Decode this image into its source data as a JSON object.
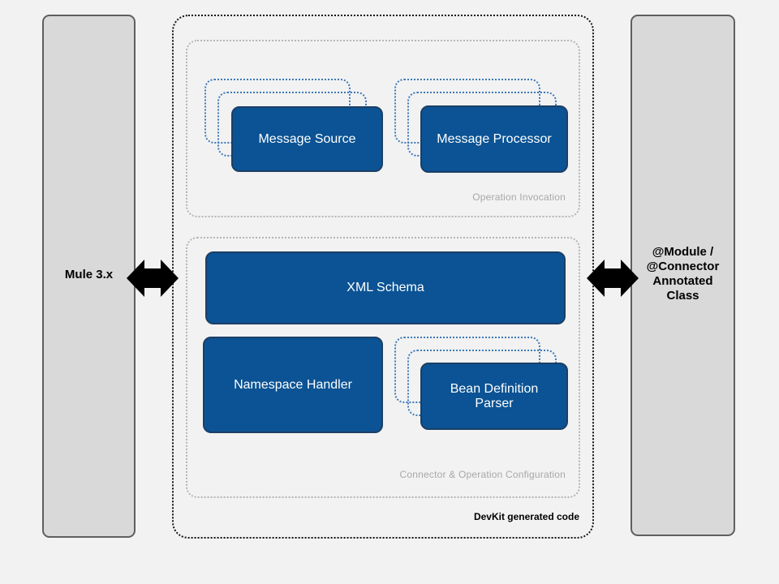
{
  "diagram": {
    "left_pillar": {
      "label": "Mule 3.x"
    },
    "right_pillar": {
      "label": "@Module /\n@Connector\nAnnotated\nClass"
    },
    "devkit": {
      "label": "DevKit generated code"
    },
    "groups": {
      "operation_invocation": {
        "label": "Operation Invocation",
        "components": {
          "message_source": "Message Source",
          "message_processor": "Message Processor"
        }
      },
      "configuration": {
        "label": "Connector & Operation Configuration",
        "components": {
          "xml_schema": "XML Schema",
          "namespace_handler": "Namespace Handler",
          "bean_definition_parser": "Bean Definition\nParser"
        }
      }
    },
    "colors": {
      "background": "#f2f2f2",
      "pillar": "#d9d9d9",
      "component": "#0b5394",
      "ghost_outline": "#3d79b8",
      "group_outline": "#b5b5b5",
      "arrow": "#000000"
    }
  }
}
